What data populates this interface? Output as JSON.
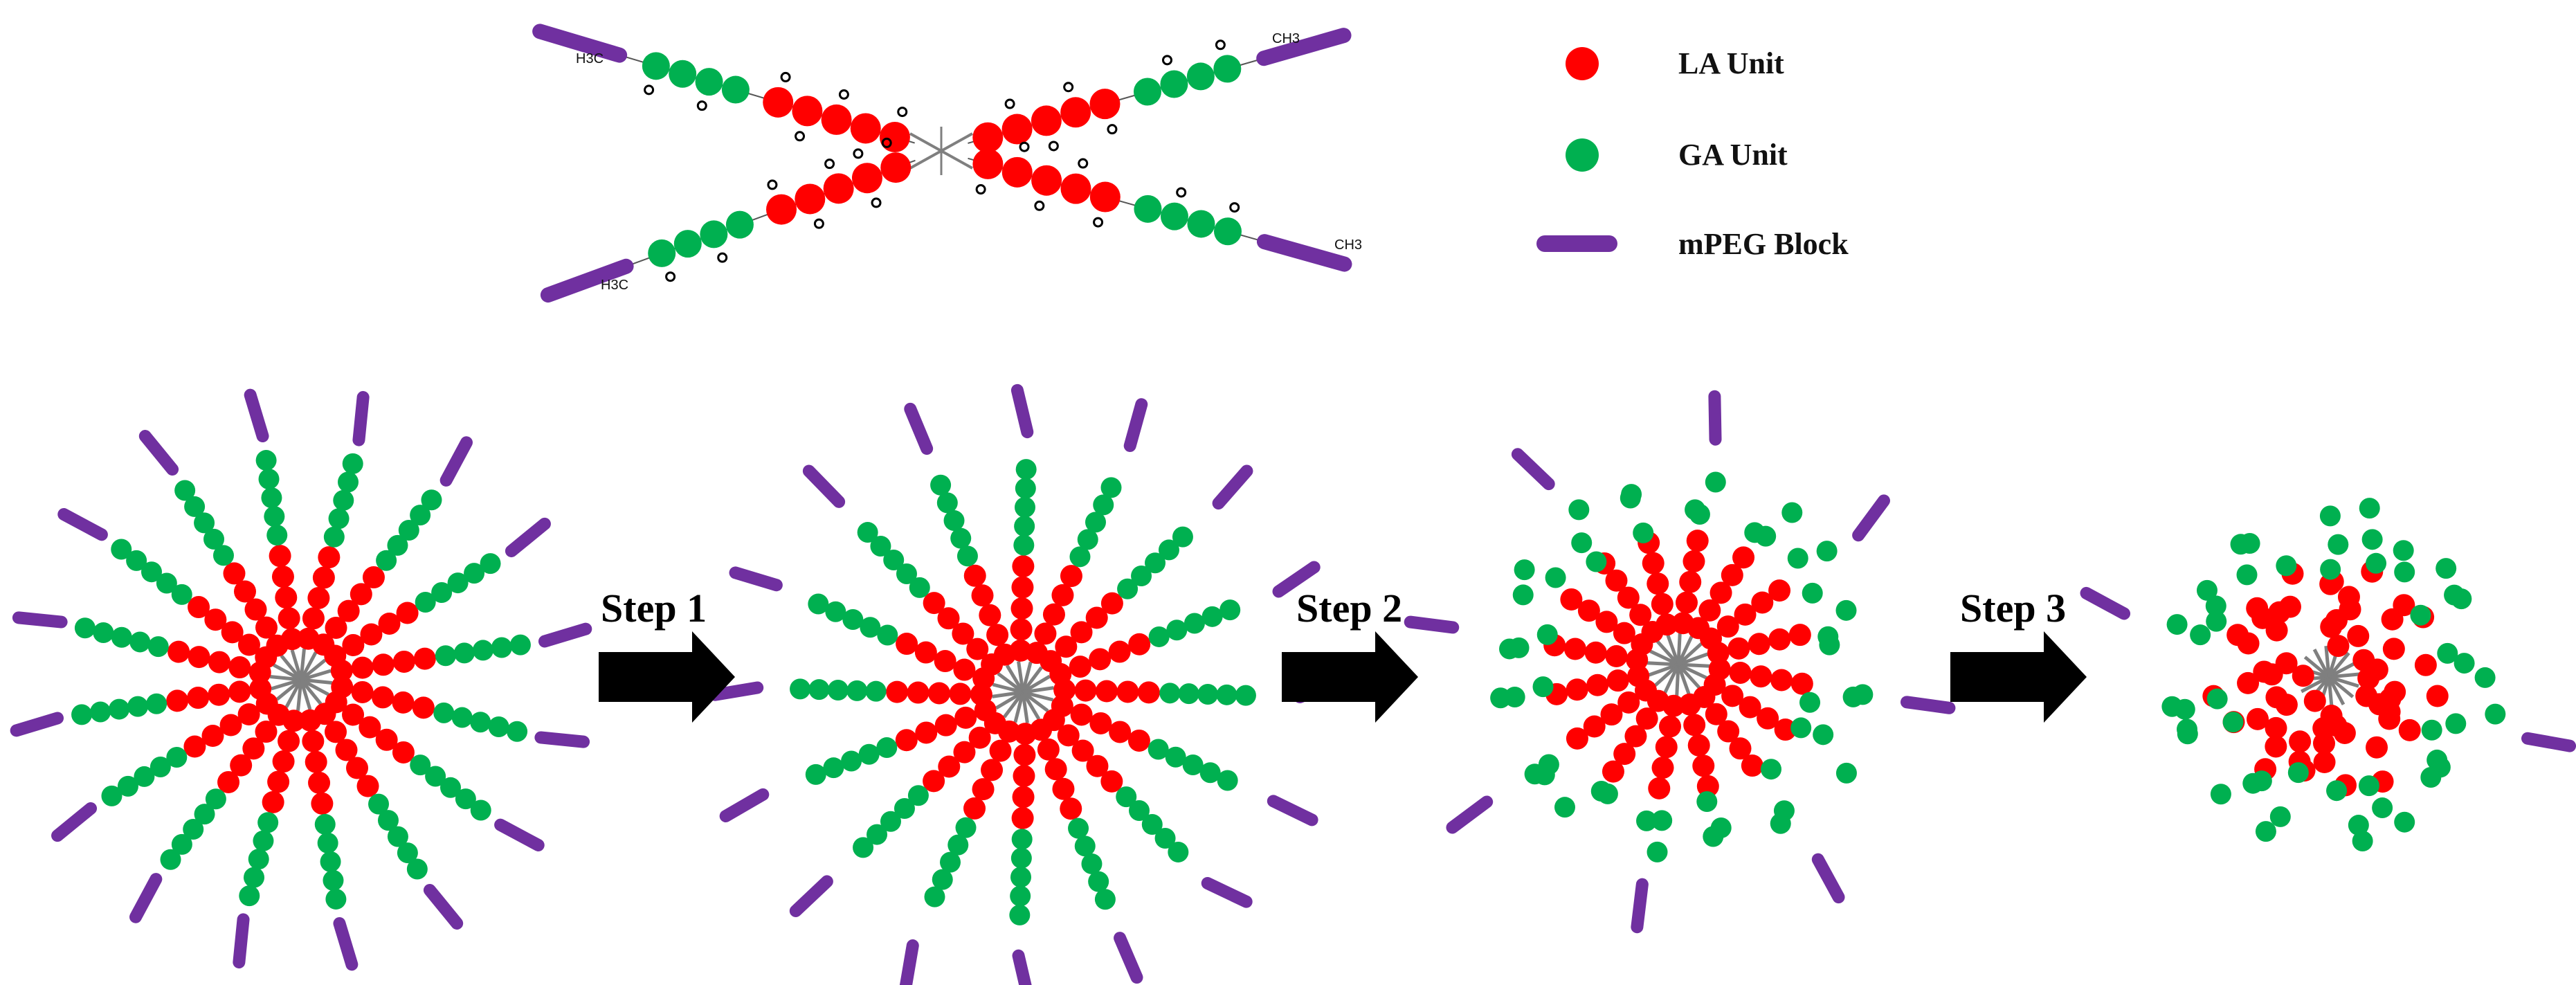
{
  "legend": {
    "items": [
      {
        "label": "LA Unit",
        "shape": "dot",
        "color": "#ff0000"
      },
      {
        "label": "GA Unit",
        "shape": "dot",
        "color": "#00b050"
      },
      {
        "label": "mPEG Block",
        "shape": "bar",
        "color": "#7030a0"
      }
    ]
  },
  "steps": {
    "step1": "Step 1",
    "step2": "Step 2",
    "step3": "Step 3"
  },
  "chemistry": {
    "end_group_left_top": "H3C",
    "end_group_right_top": "CH3",
    "end_group_left_bottom": "H3C",
    "end_group_right_bottom": "CH3"
  },
  "colors": {
    "la": "#ff0000",
    "ga": "#00b050",
    "mpeg": "#7030a0",
    "core": "#7f7f7f",
    "arrow": "#000000"
  }
}
